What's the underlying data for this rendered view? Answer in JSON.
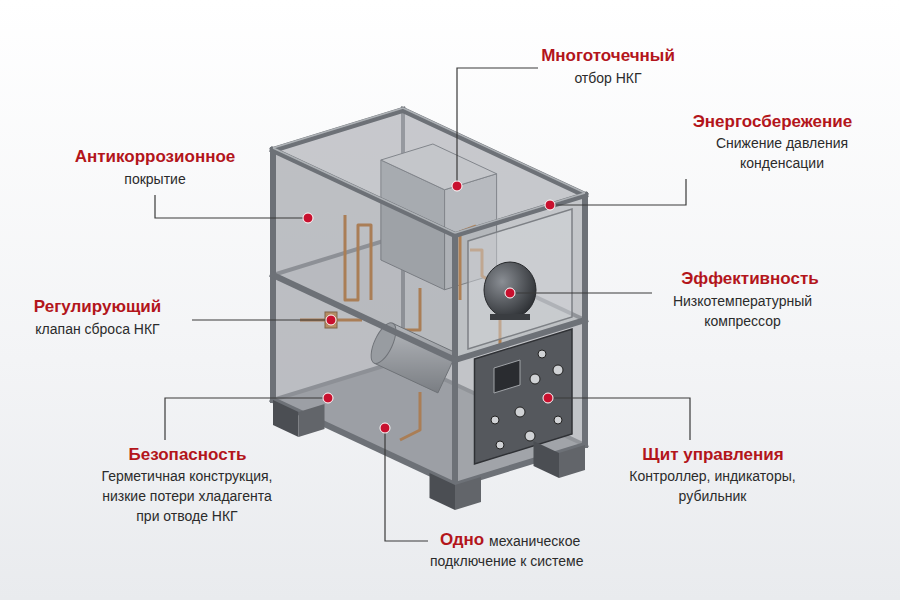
{
  "diagram": {
    "labels": [
      "Многоточечный",
      "отбор НКГ",
      "Энергосбережение",
      "Снижение давления конденсации",
      "Антикоррозионное",
      "покрытие",
      "Регулирующий",
      "клапан сброса НКГ",
      "Эффективность",
      "Низкотемпературный компрессор",
      "Безопасность",
      "Герметичная конструкция, низкие потери хладагента при отводе НКГ",
      "Щит управления",
      "Контроллер, индикаторы, рубильник",
      "Одно",
      "механическое подключение к системе"
    ]
  }
}
